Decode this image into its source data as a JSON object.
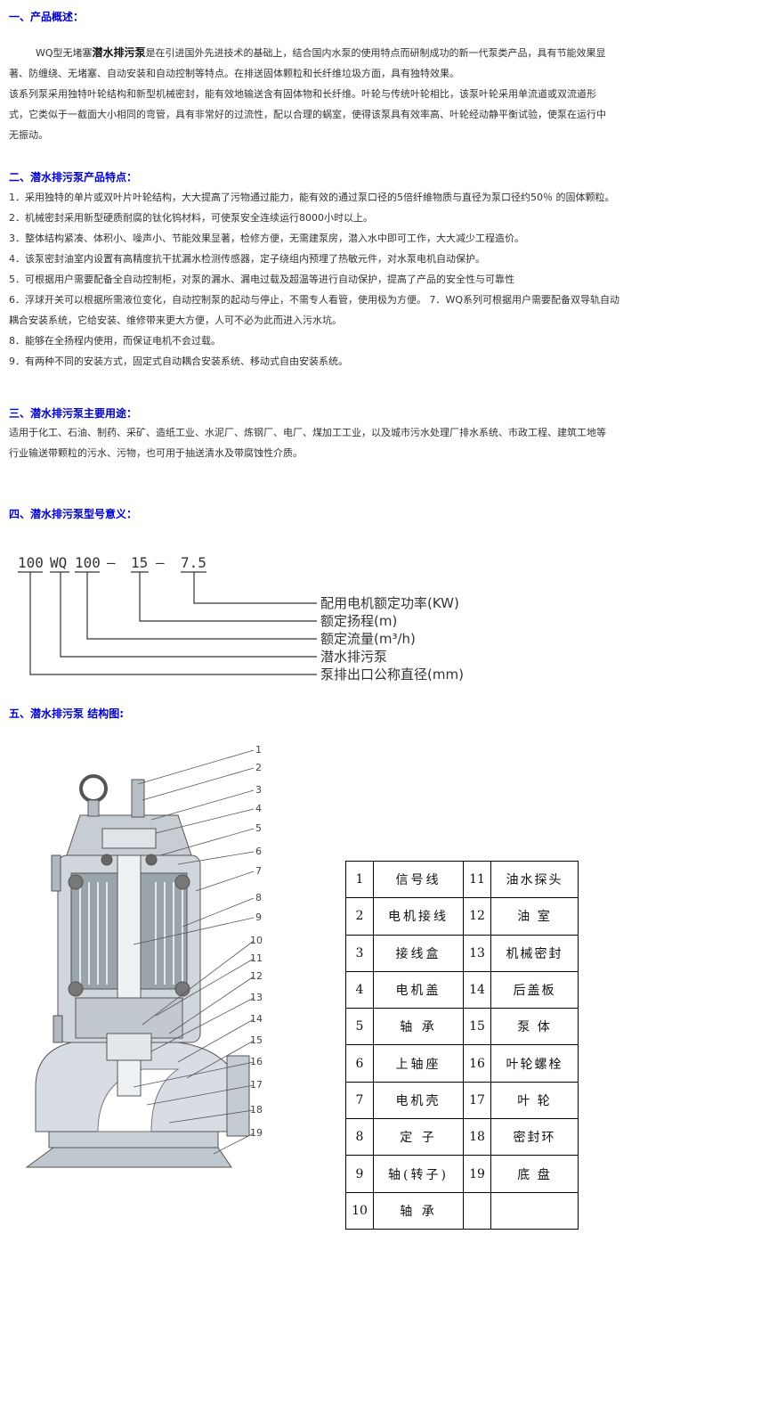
{
  "sections": {
    "s1": {
      "title": "一、产品概述："
    },
    "s2": {
      "title": "二、潜水排污泵产品特点："
    },
    "s3": {
      "title": "三、潜水排污泵主要用途："
    },
    "s4": {
      "title": "四、潜水排污泵型号意义："
    },
    "s5": {
      "title": "五、潜水排污泵",
      "title_rest": " 结构图:"
    }
  },
  "overview": {
    "l1a": "WQ型无堵塞",
    "l1b": "潜水排污泵",
    "l1c": "是在引进国外先进技术的基础上，结合国内水泵的使用特点而研制成功的新一代泵类产品，具有节能效果显",
    "l2": "著、防缠绕、无堵塞、自动安装和自动控制等特点。在排送固体颗粒和长纤维垃圾方面，具有独特效果。",
    "l3": "该系列泵采用独特叶轮结构和新型机械密封，能有效地输送含有固体物和长纤维。叶轮与传统叶轮相比，该泵叶轮采用单流道或双流道形",
    "l4": "式，它类似于一截面大小相同的弯管，具有非常好的过流性，配以合理的蜗室，使得该泵具有效率高、叶轮经动静平衡试验，使泵在运行中",
    "l5": "无振动。"
  },
  "features": {
    "f1": "1．采用独特的单片或双叶片叶轮结构，大大提高了污物通过能力，能有效的通过泵口径的5倍纤維物质与直径为泵口径约50％ 的固体颗粒。",
    "f2": "2．机械密封采用新型硬质耐腐的钛化钨材料，可使泵安全连续运行8000小时以上。",
    "f3": "3．整体结构紧凑、体积小、噪声小、节能效果显著，检修方便，无需建泵房，潜入水中即可工作，大大减少工程造价。",
    "f4": "4．该泵密封油室内设置有高精度抗干扰漏水检测传感器，定子绕组内预埋了热敏元件，对水泵电机自动保护。",
    "f5": "5．可根据用户需要配备全自动控制柜，对泵的漏水、漏电过载及超温等进行自动保护，提高了产品的安全性与可靠性",
    "f6": "6．浮球开关可以根据所需液位变化，自动控制泵的起动与停止，不需专人看管，使用极为方便。  7．WQ系列可根据用户需要配备双导轨自动",
    "f6b": "耦合安装系统，它给安装、维修带来更大方便，人可不必为此而进入污水坑。",
    "f8": "8．能够在全扬程内使用，而保证电机不会过载。",
    "f9": "9．有两种不同的安装方式，固定式自动耦合安装系统、移动式自由安装系统。"
  },
  "usage": {
    "l1": "适用于化工、石油、制药、采矿、造纸工业、水泥厂、炼钢厂、电厂、煤加工工业，以及城市污水处理厂排水系统、市政工程、建筑工地等",
    "l2": "行业输送带颗粒的污水、污物，也可用于抽送清水及带腐蚀性介质。"
  },
  "model": {
    "code": [
      "100",
      "WQ",
      "100",
      "—",
      "15",
      "—",
      "7.5"
    ],
    "meanings": [
      "配用电机额定功率(KW)",
      "额定扬程(m)",
      "额定流量(m³/h)",
      "潜水排污泵",
      "泵排出口公称直径(mm)"
    ]
  },
  "callouts": [
    "1",
    "2",
    "3",
    "4",
    "5",
    "6",
    "7",
    "8",
    "9",
    "10",
    "11",
    "12",
    "13",
    "14",
    "15",
    "16",
    "17",
    "18",
    "19"
  ],
  "parts": [
    {
      "n1": "1",
      "name1": "信号线",
      "n2": "11",
      "name2": "油水探头"
    },
    {
      "n1": "2",
      "name1": "电机接线",
      "n2": "12",
      "name2": "油 室"
    },
    {
      "n1": "3",
      "name1": "接线盒",
      "n2": "13",
      "name2": "机械密封"
    },
    {
      "n1": "4",
      "name1": "电机盖",
      "n2": "14",
      "name2": "后盖板"
    },
    {
      "n1": "5",
      "name1": "轴  承",
      "n2": "15",
      "name2": "泵  体"
    },
    {
      "n1": "6",
      "name1": "上轴座",
      "n2": "16",
      "name2": "叶轮螺栓"
    },
    {
      "n1": "7",
      "name1": "电机壳",
      "n2": "17",
      "name2": "叶  轮"
    },
    {
      "n1": "8",
      "name1": "定  子",
      "n2": "18",
      "name2": "密封环"
    },
    {
      "n1": "9",
      "name1": "轴(转子)",
      "n2": "19",
      "name2": "底  盘"
    },
    {
      "n1": "10",
      "name1": "轴  承",
      "n2": "",
      "name2": ""
    }
  ]
}
